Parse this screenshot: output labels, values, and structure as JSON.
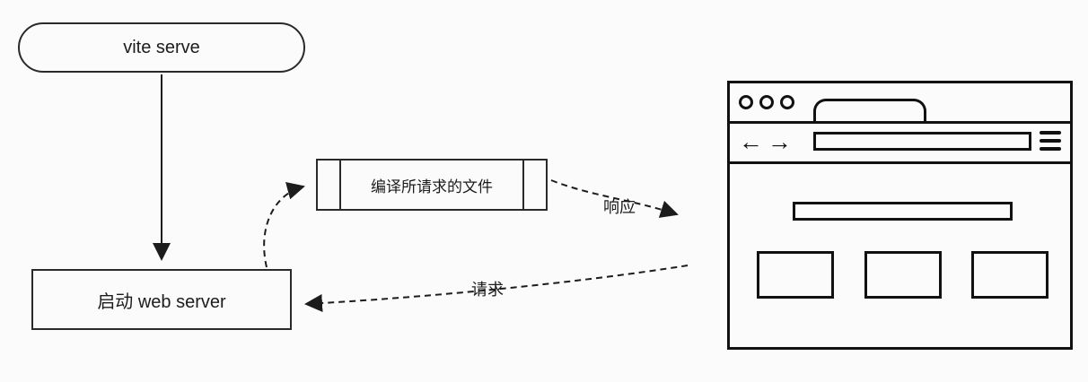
{
  "diagram": {
    "nodes": {
      "vite_serve": {
        "label": "vite serve"
      },
      "web_server": {
        "label": "启动 web server"
      },
      "compile_file": {
        "label": "编译所请求的文件"
      }
    },
    "edges": {
      "response": {
        "label": "响应"
      },
      "request": {
        "label": "请求"
      }
    }
  },
  "colors": {
    "line": "#1c1c1c",
    "background": "#fbfbfb"
  }
}
